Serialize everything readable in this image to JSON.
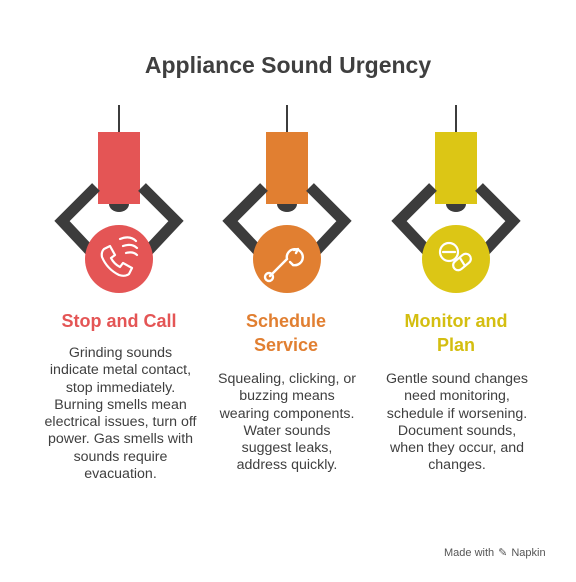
{
  "title": "Appliance Sound Urgency",
  "colors": {
    "red": "#e45555",
    "orange": "#e17f31",
    "yellow": "#dcc615",
    "arm": "#3c3c3c",
    "text": "#3f3f3f"
  },
  "items": [
    {
      "heading": "Stop and Call",
      "description": "Grinding sounds indicate metal contact, stop immediately. Burning smells mean electrical issues, turn off power. Gas smells with sounds require evacuation.",
      "icon": "phone-flame-icon",
      "color": "#e45555"
    },
    {
      "heading": "Schedule Service",
      "description": "Squealing, clicking, or buzzing means wearing components. Water sounds suggest leaks, address quickly.",
      "icon": "wrench-icon",
      "color": "#e17f31"
    },
    {
      "heading": "Monitor and Plan",
      "description": "Gentle sound changes need monitoring, schedule if worsening. Document sounds, when they occur, and changes.",
      "icon": "pills-icon",
      "color": "#dcc615"
    }
  ],
  "footer": {
    "made_with": "Made with",
    "brand": "Napkin"
  }
}
